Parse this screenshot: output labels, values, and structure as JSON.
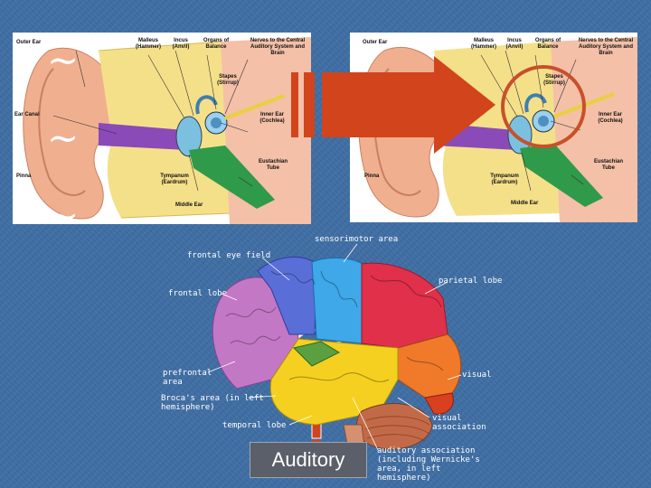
{
  "ear_labels": {
    "outer_ear": "Outer Ear",
    "malleus": "Malleus (Hammer)",
    "incus": "Incus (Anvil)",
    "organs_of_balance": "Organs of Balance",
    "nerves": "Nerves to the Central Auditory System and Brain",
    "stapes": "Stapes (Stirrup)",
    "ear_canal": "Ear Canal",
    "inner_ear": "Inner Ear (Cochlea)",
    "eustachian_tube": "Eustachian Tube",
    "pinna": "Pinna",
    "tympanum": "Tympanum (Eardrum)",
    "middle_ear": "Middle Ear"
  },
  "decorations": {
    "tilde_1": "~",
    "tilde_2": "~",
    "tilde_3": "~"
  },
  "brain_labels": {
    "sensorimotor_area": "sensorimotor area",
    "frontal_eye_field": "frontal eye field",
    "parietal_lobe": "parietal lobe",
    "frontal_lobe": "frontal lobe",
    "prefrontal_area": "prefrontal area",
    "visual": "visual",
    "brocas_area": "Broca's area (in left hemisphere)",
    "temporal_lobe": "temporal lobe",
    "visual_association": "visual association",
    "auditory_association": "auditory association (including Wernicke's area, in left hemisphere)"
  },
  "caption": {
    "auditory": "Auditory"
  },
  "colors": {
    "arrow": "#d2441c",
    "highlight_circle": "#c8502a",
    "background": "#3f6ea4",
    "caption_box": "#5a5f69"
  }
}
